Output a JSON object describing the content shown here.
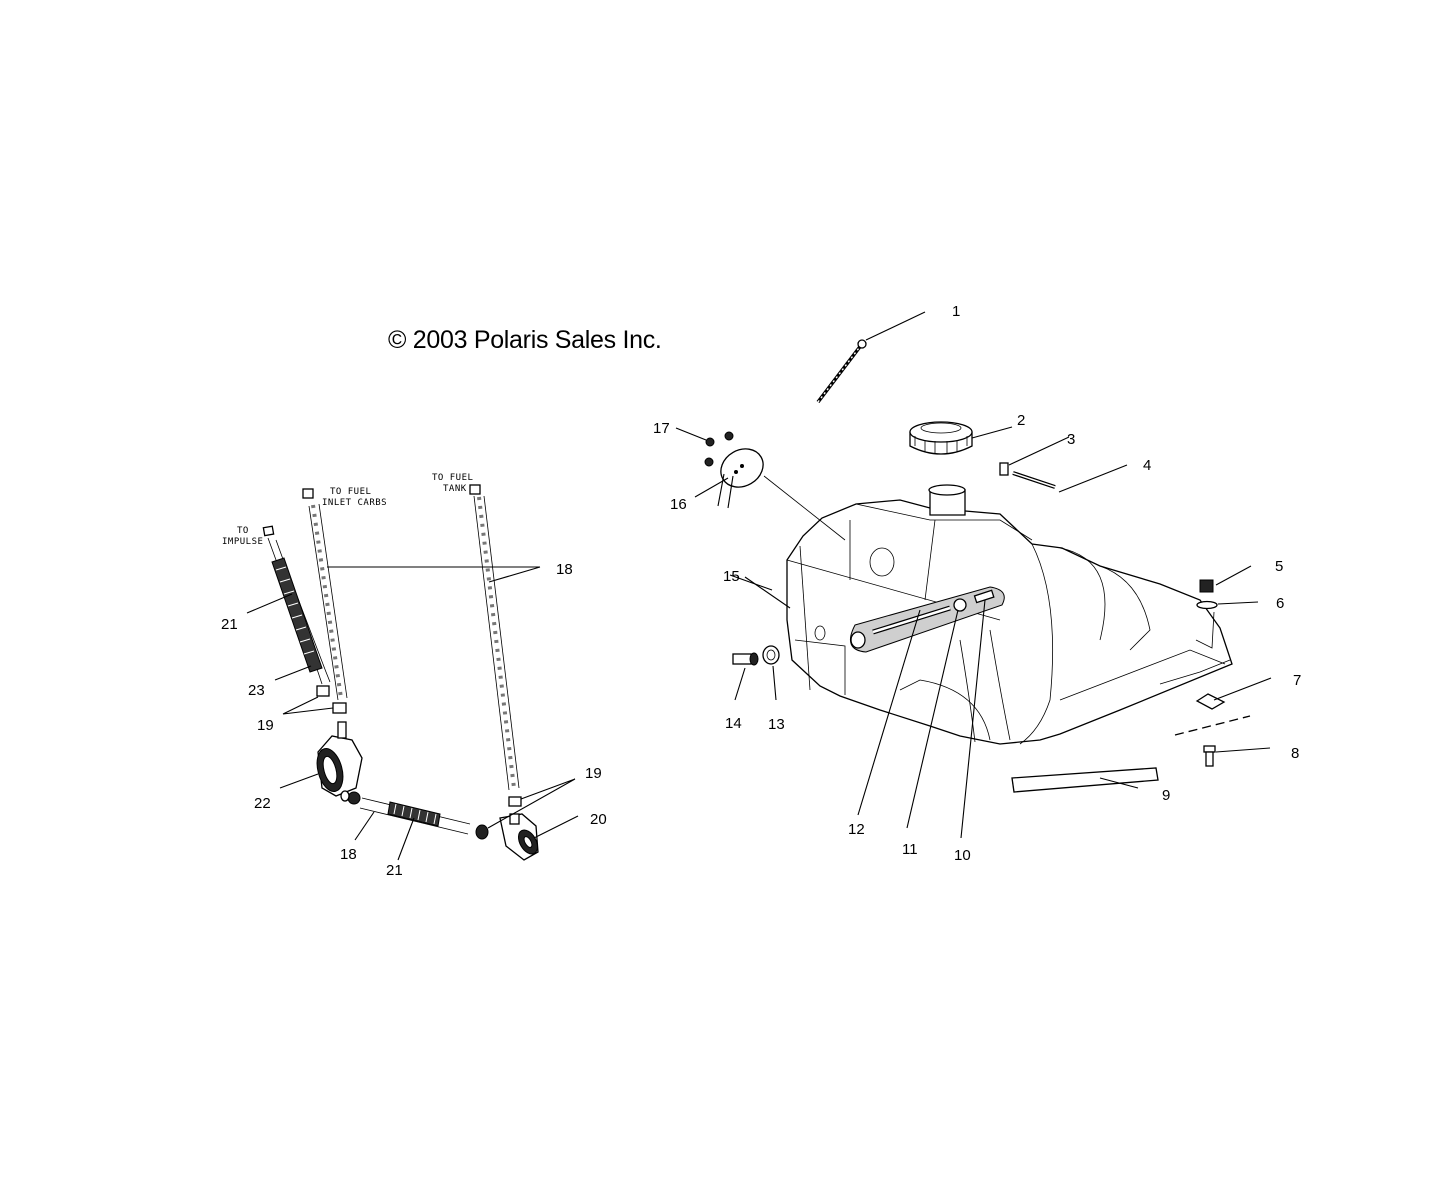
{
  "copyright": "© 2003 Polaris Sales Inc.",
  "notes": {
    "impulse_line1": "TO",
    "impulse_line2": "IMPULSE",
    "inlet_line1": "TO FUEL",
    "inlet_line2": "INLET CARBS",
    "tank_line1": "TO FUEL",
    "tank_line2": "TANK"
  },
  "callouts": {
    "c1": "1",
    "c2": "2",
    "c3": "3",
    "c4": "4",
    "c5": "5",
    "c6": "6",
    "c7": "7",
    "c8": "8",
    "c9": "9",
    "c10": "10",
    "c11": "11",
    "c12": "12",
    "c13": "13",
    "c14": "14",
    "c15": "15",
    "c16": "16",
    "c17": "17",
    "c18a": "18",
    "c18b": "18",
    "c19a": "19",
    "c19b": "19",
    "c20": "20",
    "c21a": "21",
    "c21b": "21",
    "c22": "22",
    "c23": "23"
  }
}
